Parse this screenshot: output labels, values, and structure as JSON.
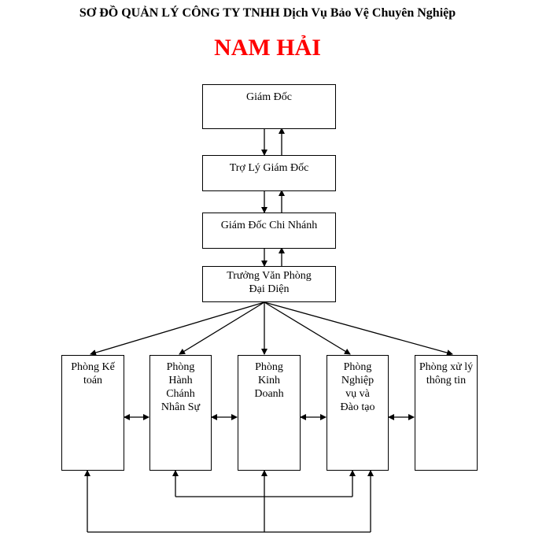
{
  "header": {
    "title": "SƠ ĐỒ QUẢN LÝ CÔNG TY TNHH Dịch Vụ Bảo Vệ Chuyên Nghiệp",
    "company": "NAM HẢI",
    "company_color": "#ff0000"
  },
  "chain": [
    {
      "label": "Giám Đốc"
    },
    {
      "label": "Trợ Lý Giám Đốc"
    },
    {
      "label": "Giám Đốc Chi Nhánh"
    },
    {
      "label": "Trưởng Văn Phòng Đại Diện"
    }
  ],
  "departments": [
    {
      "label": "Phòng Kế toán"
    },
    {
      "label": "Phòng Hành Chánh Nhân Sự"
    },
    {
      "label": "Phòng Kinh Doanh"
    },
    {
      "label": "Phòng Nghiệp vụ và Đào tạo"
    },
    {
      "label": "Phòng xử lý thông tin"
    }
  ]
}
